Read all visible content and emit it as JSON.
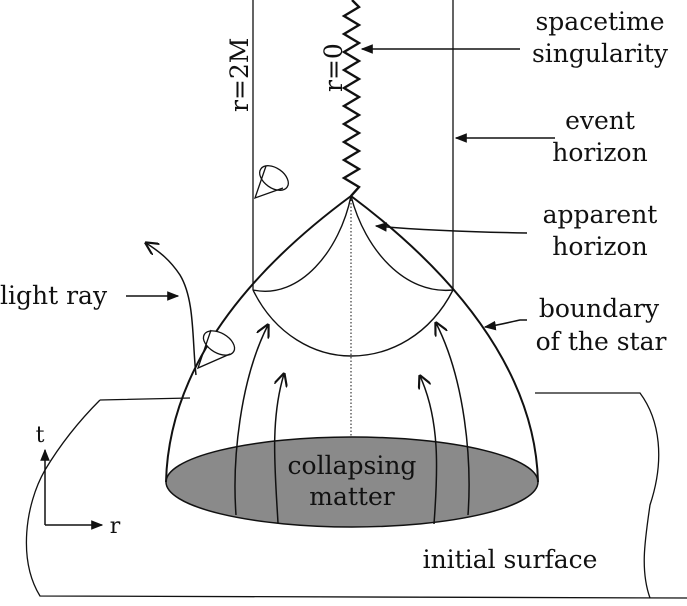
{
  "labels": {
    "singularity_line1": "spacetime",
    "singularity_line2": "singularity",
    "event_horizon_line1": "event",
    "event_horizon_line2": "horizon",
    "apparent_horizon_line1": "apparent",
    "apparent_horizon_line2": "horizon",
    "boundary_line1": "boundary",
    "boundary_line2": "of the star",
    "light_ray": "light ray",
    "collapsing_line1": "collapsing",
    "collapsing_line2": "matter",
    "initial_surface": "initial surface",
    "r_2m": "r=2M",
    "r_0": "r=0",
    "axis_t": "t",
    "axis_r": "r"
  },
  "colors": {
    "ink": "#111111",
    "matter_fill": "#8a8a8a",
    "background": "#ffffff"
  }
}
